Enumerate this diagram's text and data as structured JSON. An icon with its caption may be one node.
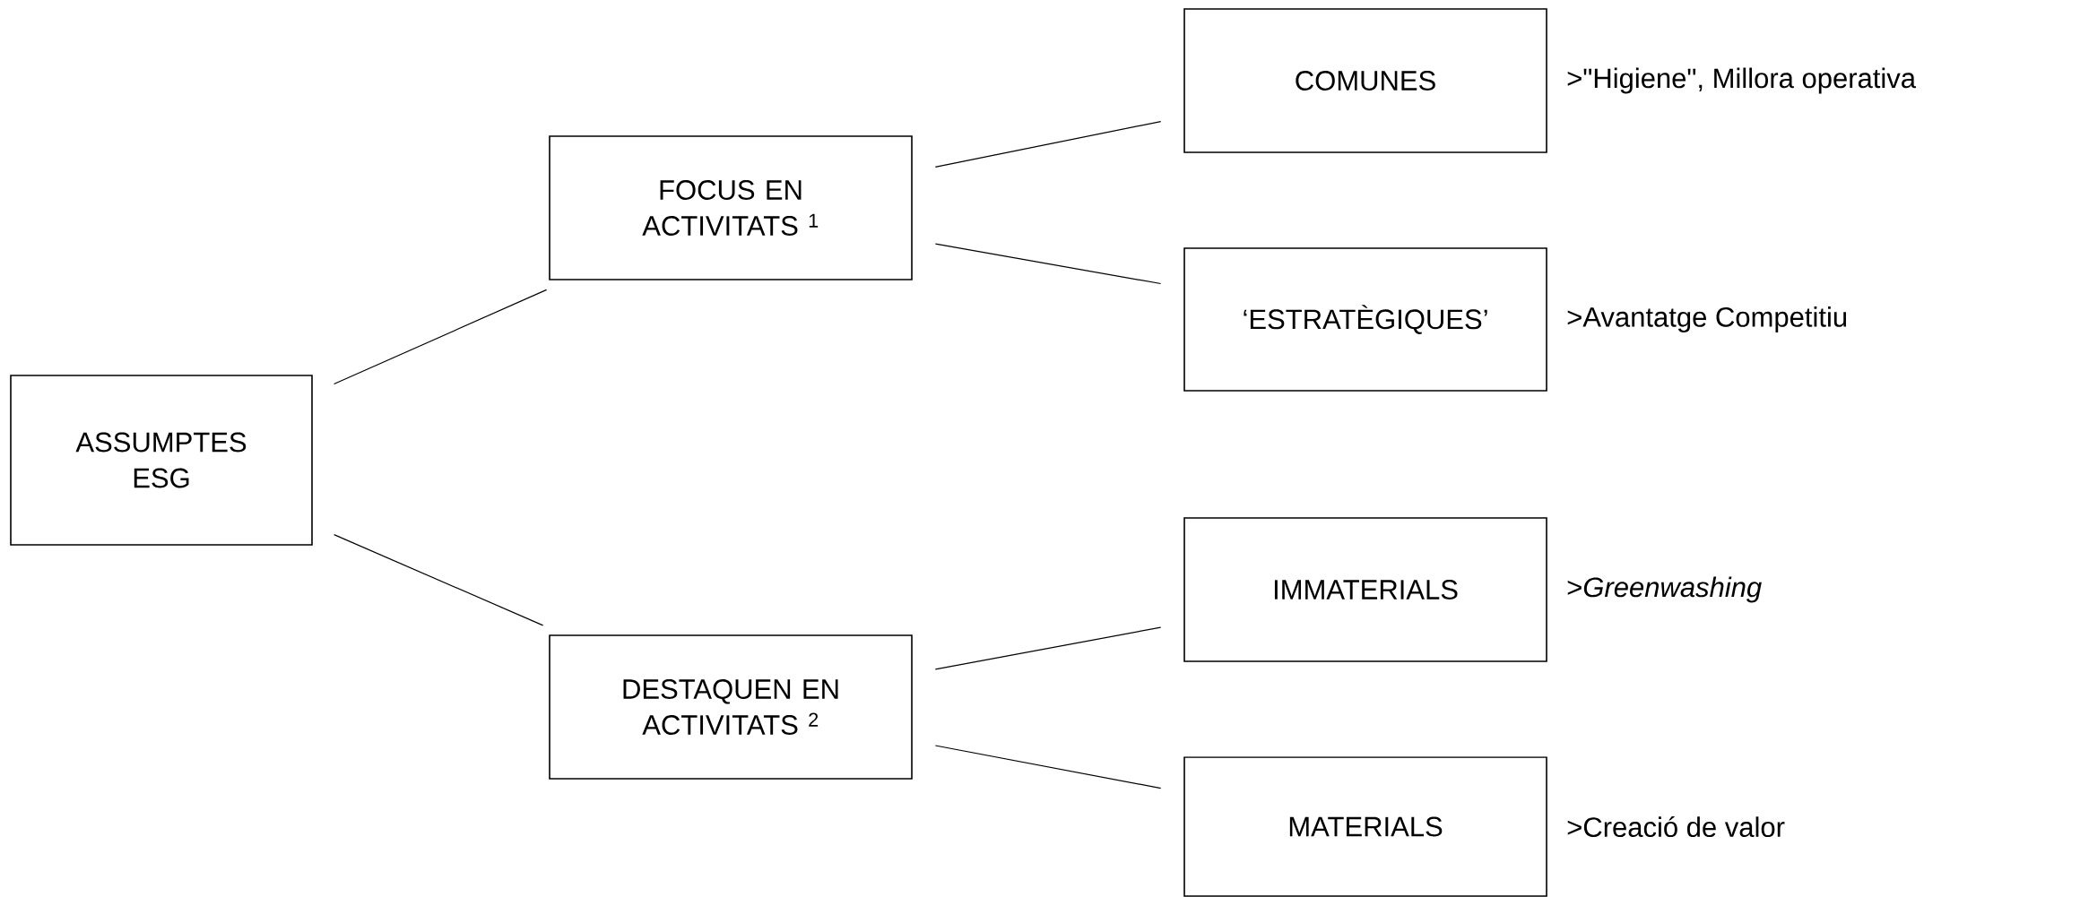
{
  "diagram": {
    "nodes": [
      {
        "text": [
          "ASSUMPTES ESG"
        ]
      },
      {
        "text": [
          "FOCUS EN ACTIVITATS $^{1}$"
        ]
      },
      {
        "text": [
          "DESTAQUEN EN ACTIVITATS $^{2}$"
        ]
      },
      {
        "text": [
          "COMUNES"
        ],
        "beside": [
          ">\"Higiene\", Millora operativa"
        ]
      },
      {
        "text": [
          "‘ESTRATÈGIQUES’"
        ],
        "beside": [
          ">Avantatge Competitiu"
        ]
      },
      {
        "text": [
          "IMMATERIALS"
        ],
        "beside": [
          ">*Greenwashing*"
        ]
      },
      {
        "text": [
          "MATERIALS"
        ],
        "beside": [
          ">Creació de valor"
        ]
      }
    ],
    "edges": [
      {
        "from": 0,
        "to": 1,
        "arrow": "none"
      },
      {
        "from": 0,
        "to": 2,
        "arrow": "none"
      },
      {
        "from": 1,
        "to": 3,
        "arrow": "none"
      },
      {
        "from": 1,
        "to": 4,
        "arrow": "none"
      },
      {
        "from": 2,
        "to": 5,
        "arrow": "none"
      },
      {
        "from": 2,
        "to": 6,
        "arrow": "none"
      }
    ]
  }
}
